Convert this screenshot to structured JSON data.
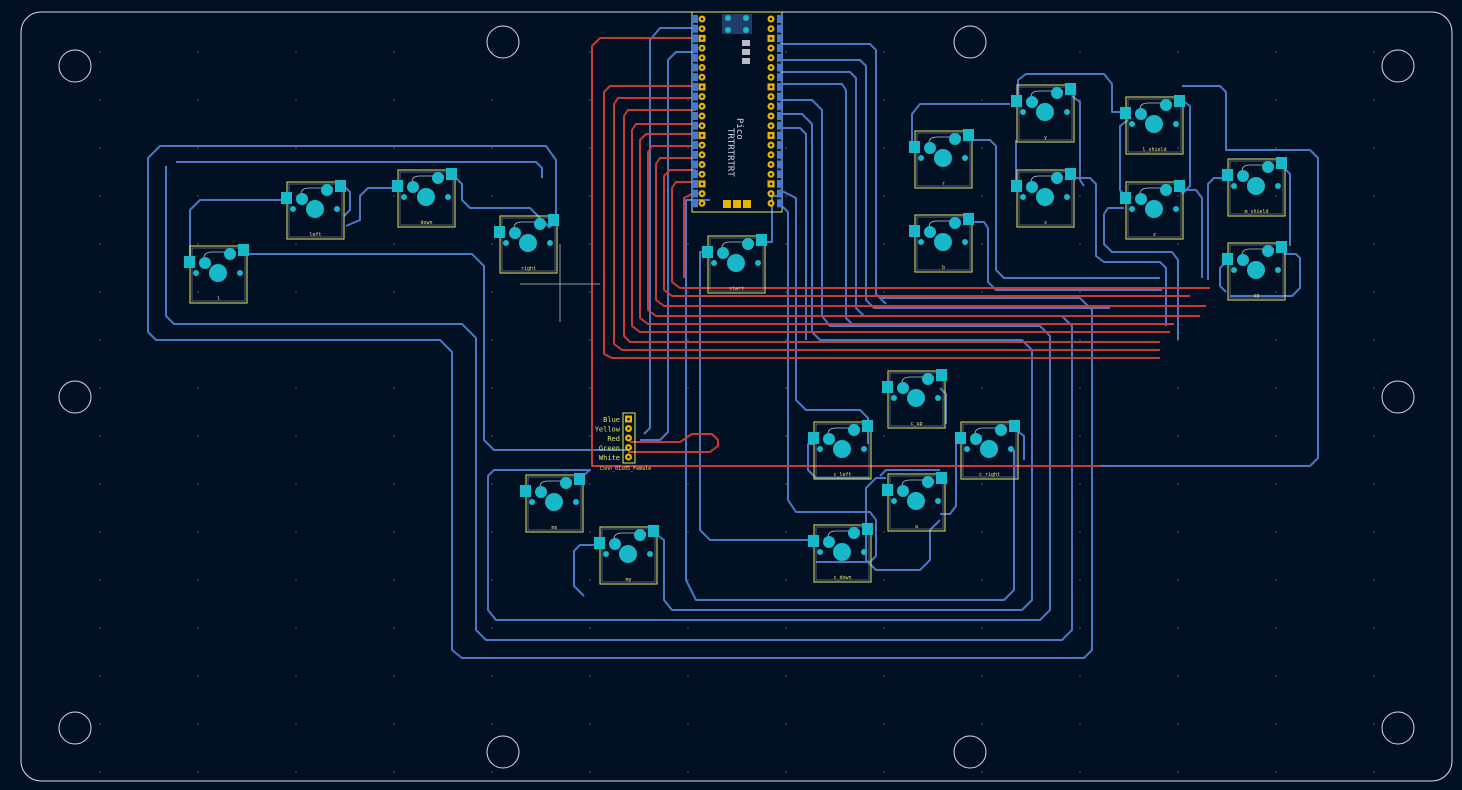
{
  "board": {
    "background": "#001023",
    "outline_color": "#d8dde6",
    "trace_blue": "#4a78c4",
    "trace_red": "#c83b37",
    "pad_color": "#19b8c8",
    "silk_color": "#e8e36c"
  },
  "mcu": {
    "chip_text": "Pico",
    "serial_text": "TRTRTRTRT"
  },
  "connector": {
    "ref": "Conn_01x05_Female",
    "pins": [
      "Blue",
      "Yellow",
      "Red",
      "Green",
      "White"
    ]
  },
  "switches": [
    {
      "id": "l",
      "label": "l"
    },
    {
      "id": "left",
      "label": "left"
    },
    {
      "id": "down",
      "label": "down"
    },
    {
      "id": "right",
      "label": "right"
    },
    {
      "id": "start",
      "label": "start"
    },
    {
      "id": "r",
      "label": "r"
    },
    {
      "id": "b",
      "label": "b"
    },
    {
      "id": "y",
      "label": "y"
    },
    {
      "id": "x",
      "label": "x"
    },
    {
      "id": "l_shield",
      "label": "l_shield"
    },
    {
      "id": "z",
      "label": "z"
    },
    {
      "id": "m_shield",
      "label": "m_shield"
    },
    {
      "id": "up",
      "label": "up"
    },
    {
      "id": "c_up",
      "label": "c_up"
    },
    {
      "id": "c_left",
      "label": "c_left"
    },
    {
      "id": "c_right",
      "label": "c_right"
    },
    {
      "id": "a",
      "label": "a"
    },
    {
      "id": "c_down",
      "label": "c_down"
    },
    {
      "id": "ms",
      "label": "ms"
    },
    {
      "id": "my",
      "label": "my"
    }
  ]
}
